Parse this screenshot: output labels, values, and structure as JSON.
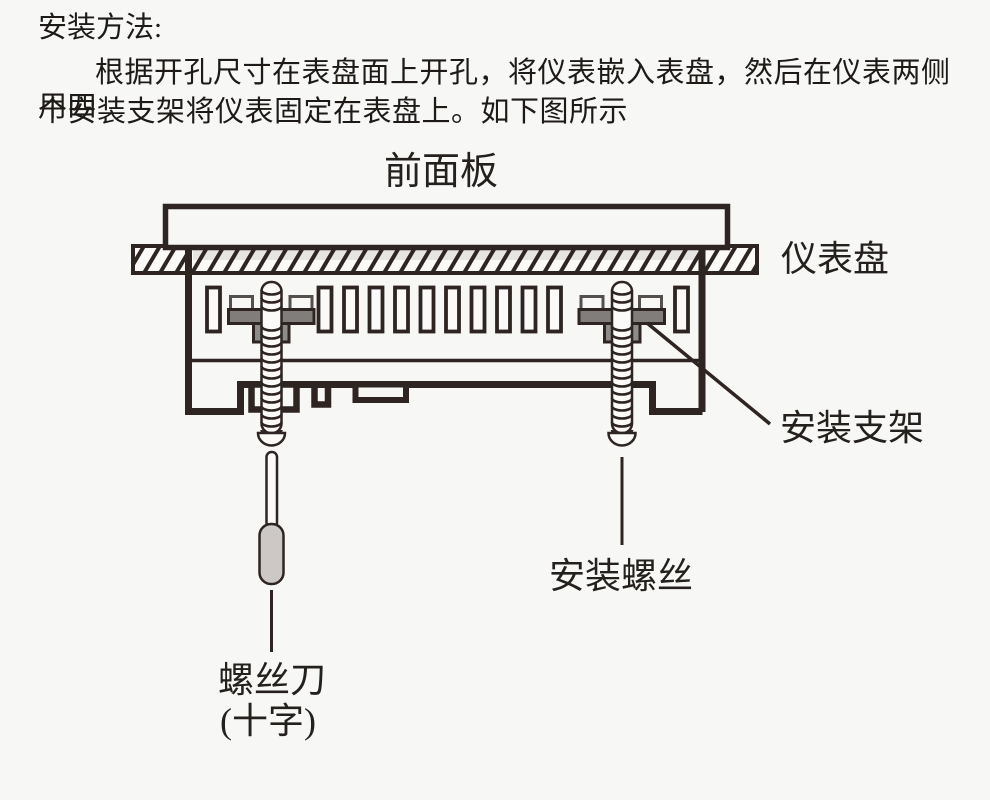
{
  "page": {
    "background": "#f7f7f6"
  },
  "instructions": {
    "heading": "安装方法:",
    "line1": "根据开孔尺寸在表盘面上开孔，将仪表嵌入表盘，然后在仪表两侧用四",
    "line2": "个安装支架将仪表固定在表盘上。如下图所示"
  },
  "diagram": {
    "labels": {
      "front_panel": "前面板",
      "instrument_panel": "仪表盘",
      "mounting_bracket": "安装支架",
      "mounting_screw": "安装螺丝",
      "screwdriver_line1": "螺丝刀",
      "screwdriver_line2": "(十字)"
    },
    "colors": {
      "line": "#2e2522",
      "text": "#24201d",
      "bracket_bar_gray": "#817d7a",
      "bracket_block_gray": "#8f8b88",
      "bracket_tab_stroke": "#55504e",
      "panel_shadow_gray": "#e7e5e4",
      "handle_gray": "#cbc8c6",
      "white_fill": "#fbfaf9"
    }
  }
}
